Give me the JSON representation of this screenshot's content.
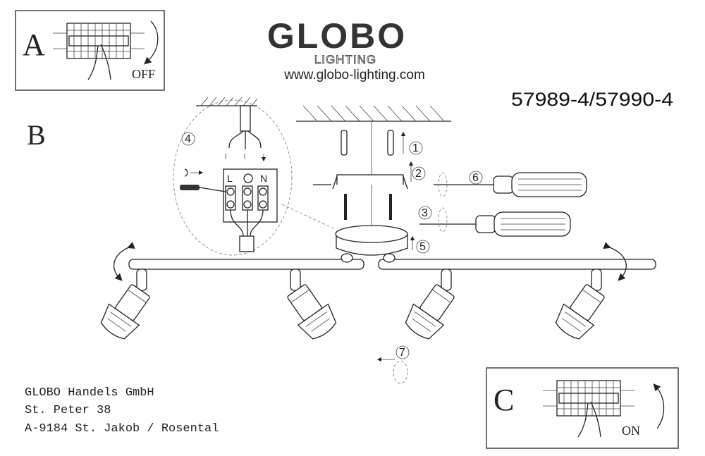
{
  "panel_a": {
    "letter": "A",
    "label": "OFF"
  },
  "brand": {
    "name": "GLOBO",
    "sub": "LIGHTING",
    "url": "www.globo-lighting.com"
  },
  "model_number": "57989-4/57990-4",
  "panel_b": {
    "letter": "B",
    "steps": [
      "1",
      "2",
      "3",
      "4",
      "5",
      "6",
      "7"
    ],
    "terminal_labels": {
      "live": "L",
      "neutral": "N"
    }
  },
  "address": {
    "lines": [
      "GLOBO Handels GmbH",
      "St. Peter 38",
      "A-9184 St. Jakob / Rosental"
    ]
  },
  "panel_c": {
    "letter": "C",
    "label": "ON"
  }
}
